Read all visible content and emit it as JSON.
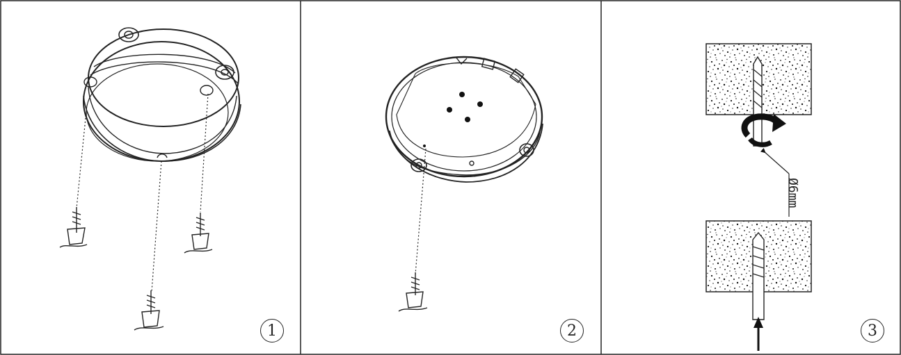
{
  "steps": [
    {
      "number": "1"
    },
    {
      "number": "2"
    },
    {
      "number": "3"
    }
  ],
  "drill_dimension": "Ø6mm"
}
